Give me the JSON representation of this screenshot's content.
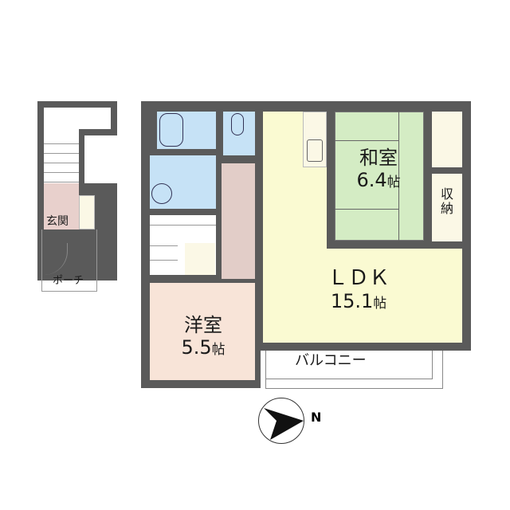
{
  "floorplan": {
    "rooms": {
      "entrance": {
        "name": "玄関"
      },
      "porch": {
        "name": "ポーチ"
      },
      "western_room": {
        "name": "洋室",
        "size": "5.5",
        "unit": "帖"
      },
      "japanese_room": {
        "name": "和室",
        "size": "6.4",
        "unit": "帖"
      },
      "storage": {
        "name": "収納"
      },
      "ldk": {
        "name": "ＬＤＫ",
        "size": "15.1",
        "unit": "帖"
      },
      "balcony": {
        "name": "バルコニー"
      }
    },
    "compass": {
      "label": "N",
      "direction": "east-pointing"
    },
    "colors": {
      "wall": "#5a5a5a",
      "ldk": "#fafad2",
      "japanese_room": "#d4ecc4",
      "western_room": "#f8e4d8",
      "wet_area": "#c6e2f6",
      "hallway": "#e2cdc8",
      "storage": "#fbf8e6",
      "entrance": "#e8d0cc"
    }
  }
}
